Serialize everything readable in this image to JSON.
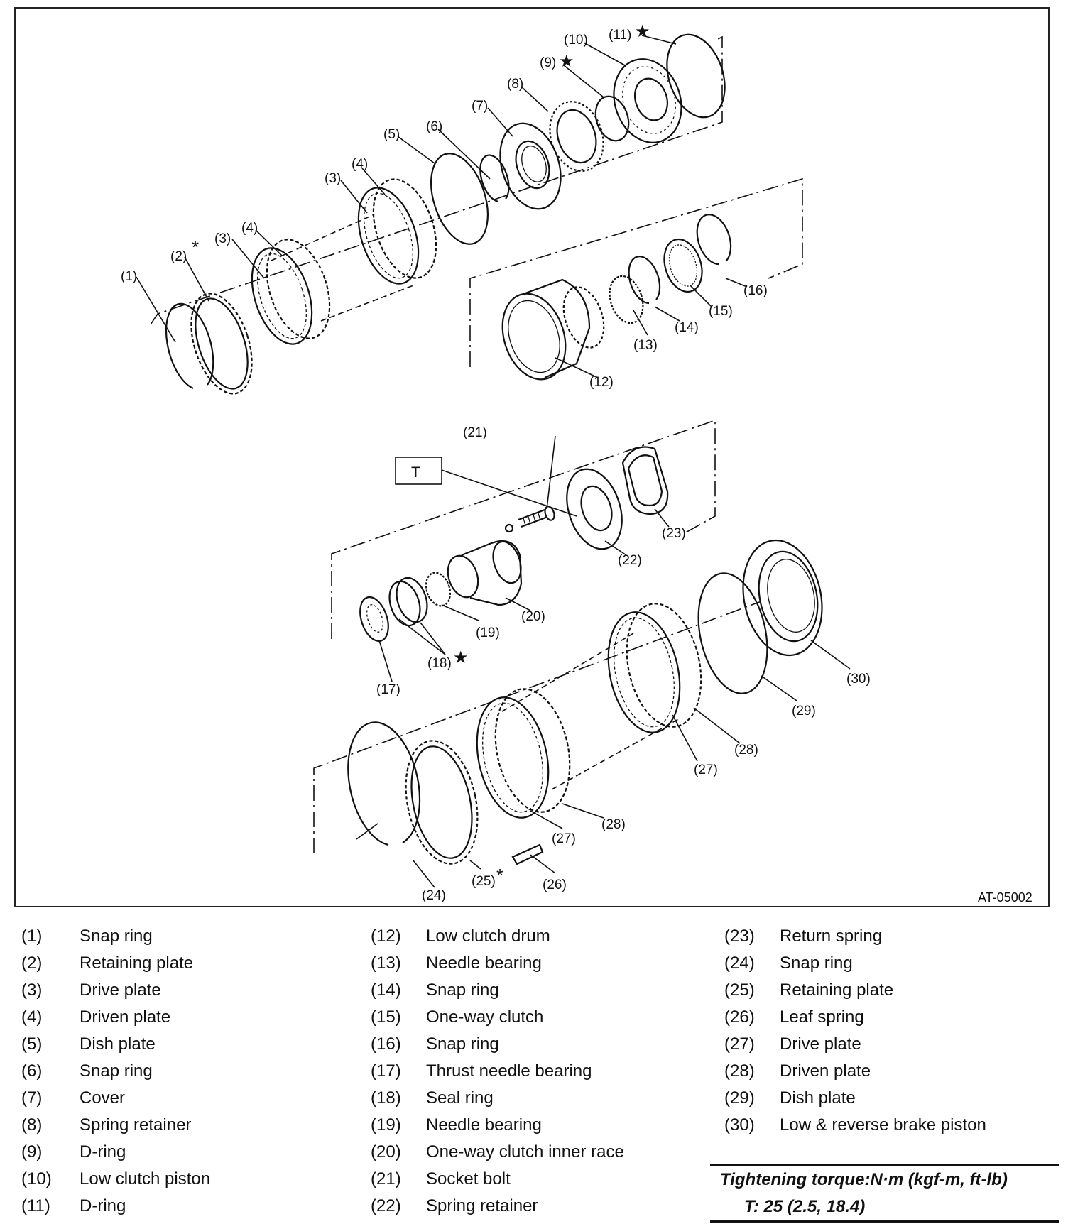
{
  "figure_id": "AT-05002",
  "callouts": {
    "c1": "(1)",
    "c2": "(2)",
    "c3a": "(3)",
    "c4a": "(4)",
    "c3b": "(3)",
    "c4b": "(4)",
    "c5": "(5)",
    "c6": "(6)",
    "c7": "(7)",
    "c8": "(8)",
    "c9": "(9)",
    "c10": "(10)",
    "c11": "(11)",
    "c12": "(12)",
    "c13": "(13)",
    "c14": "(14)",
    "c15": "(15)",
    "c16": "(16)",
    "c17": "(17)",
    "c18": "(18)",
    "c19": "(19)",
    "c20": "(20)",
    "c21": "(21)",
    "c22": "(22)",
    "c23": "(23)",
    "c24": "(24)",
    "c25": "(25)",
    "c26": "(26)",
    "c27a": "(27)",
    "c28a": "(28)",
    "c27b": "(27)",
    "c28b": "(28)",
    "c29": "(29)",
    "c30": "(30)",
    "t_box": "T",
    "star": "★",
    "asterisk": "*"
  },
  "legend": [
    {
      "num": "(1)",
      "name": "Snap ring"
    },
    {
      "num": "(2)",
      "name": "Retaining plate"
    },
    {
      "num": "(3)",
      "name": "Drive plate"
    },
    {
      "num": "(4)",
      "name": "Driven plate"
    },
    {
      "num": "(5)",
      "name": "Dish plate"
    },
    {
      "num": "(6)",
      "name": "Snap ring"
    },
    {
      "num": "(7)",
      "name": "Cover"
    },
    {
      "num": "(8)",
      "name": "Spring retainer"
    },
    {
      "num": "(9)",
      "name": "D-ring"
    },
    {
      "num": "(10)",
      "name": "Low clutch piston"
    },
    {
      "num": "(11)",
      "name": "D-ring"
    },
    {
      "num": "(12)",
      "name": "Low clutch drum"
    },
    {
      "num": "(13)",
      "name": "Needle bearing"
    },
    {
      "num": "(14)",
      "name": "Snap ring"
    },
    {
      "num": "(15)",
      "name": "One-way clutch"
    },
    {
      "num": "(16)",
      "name": "Snap ring"
    },
    {
      "num": "(17)",
      "name": "Thrust needle bearing"
    },
    {
      "num": "(18)",
      "name": "Seal ring"
    },
    {
      "num": "(19)",
      "name": "Needle bearing"
    },
    {
      "num": "(20)",
      "name": "One-way clutch inner race"
    },
    {
      "num": "(21)",
      "name": "Socket bolt"
    },
    {
      "num": "(22)",
      "name": "Spring retainer"
    },
    {
      "num": "(23)",
      "name": "Return spring"
    },
    {
      "num": "(24)",
      "name": "Snap ring"
    },
    {
      "num": "(25)",
      "name": "Retaining plate"
    },
    {
      "num": "(26)",
      "name": "Leaf spring"
    },
    {
      "num": "(27)",
      "name": "Drive plate"
    },
    {
      "num": "(28)",
      "name": "Driven plate"
    },
    {
      "num": "(29)",
      "name": "Dish plate"
    },
    {
      "num": "(30)",
      "name": "Low & reverse brake piston"
    }
  ],
  "torque": {
    "heading": "Tightening torque:N·m (kgf-m, ft-lb)",
    "value": "T:   25 (2.5, 18.4)"
  }
}
